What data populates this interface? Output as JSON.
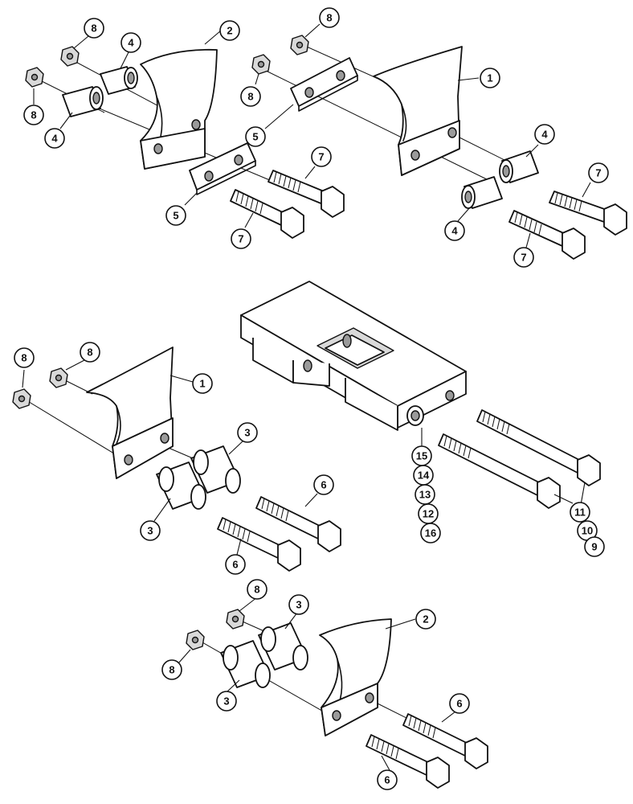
{
  "diagram": {
    "callouts": [
      {
        "id": "c1",
        "label": "8"
      },
      {
        "id": "c2",
        "label": "4"
      },
      {
        "id": "c3",
        "label": "2"
      },
      {
        "id": "c4",
        "label": "8"
      },
      {
        "id": "c5",
        "label": "4"
      },
      {
        "id": "c6",
        "label": "8"
      },
      {
        "id": "c7",
        "label": "8"
      },
      {
        "id": "c8",
        "label": "1"
      },
      {
        "id": "c9",
        "label": "5"
      },
      {
        "id": "c10",
        "label": "7"
      },
      {
        "id": "c11",
        "label": "5"
      },
      {
        "id": "c12",
        "label": "7"
      },
      {
        "id": "c13",
        "label": "4"
      },
      {
        "id": "c14",
        "label": "4"
      },
      {
        "id": "c15",
        "label": "7"
      },
      {
        "id": "c16",
        "label": "7"
      },
      {
        "id": "c17",
        "label": "8"
      },
      {
        "id": "c18",
        "label": "8"
      },
      {
        "id": "c19",
        "label": "1"
      },
      {
        "id": "c20",
        "label": "3"
      },
      {
        "id": "c21",
        "label": "3"
      },
      {
        "id": "c22",
        "label": "6"
      },
      {
        "id": "c23",
        "label": "6"
      },
      {
        "id": "c24",
        "label": "15"
      },
      {
        "id": "c25",
        "label": "14"
      },
      {
        "id": "c26",
        "label": "13"
      },
      {
        "id": "c27",
        "label": "12"
      },
      {
        "id": "c28",
        "label": "16"
      },
      {
        "id": "c29",
        "label": "11"
      },
      {
        "id": "c30",
        "label": "10"
      },
      {
        "id": "c31",
        "label": "9"
      },
      {
        "id": "c32",
        "label": "8"
      },
      {
        "id": "c33",
        "label": "3"
      },
      {
        "id": "c34",
        "label": "2"
      },
      {
        "id": "c35",
        "label": "8"
      },
      {
        "id": "c36",
        "label": "3"
      },
      {
        "id": "c37",
        "label": "6"
      },
      {
        "id": "c38",
        "label": "6"
      }
    ]
  }
}
